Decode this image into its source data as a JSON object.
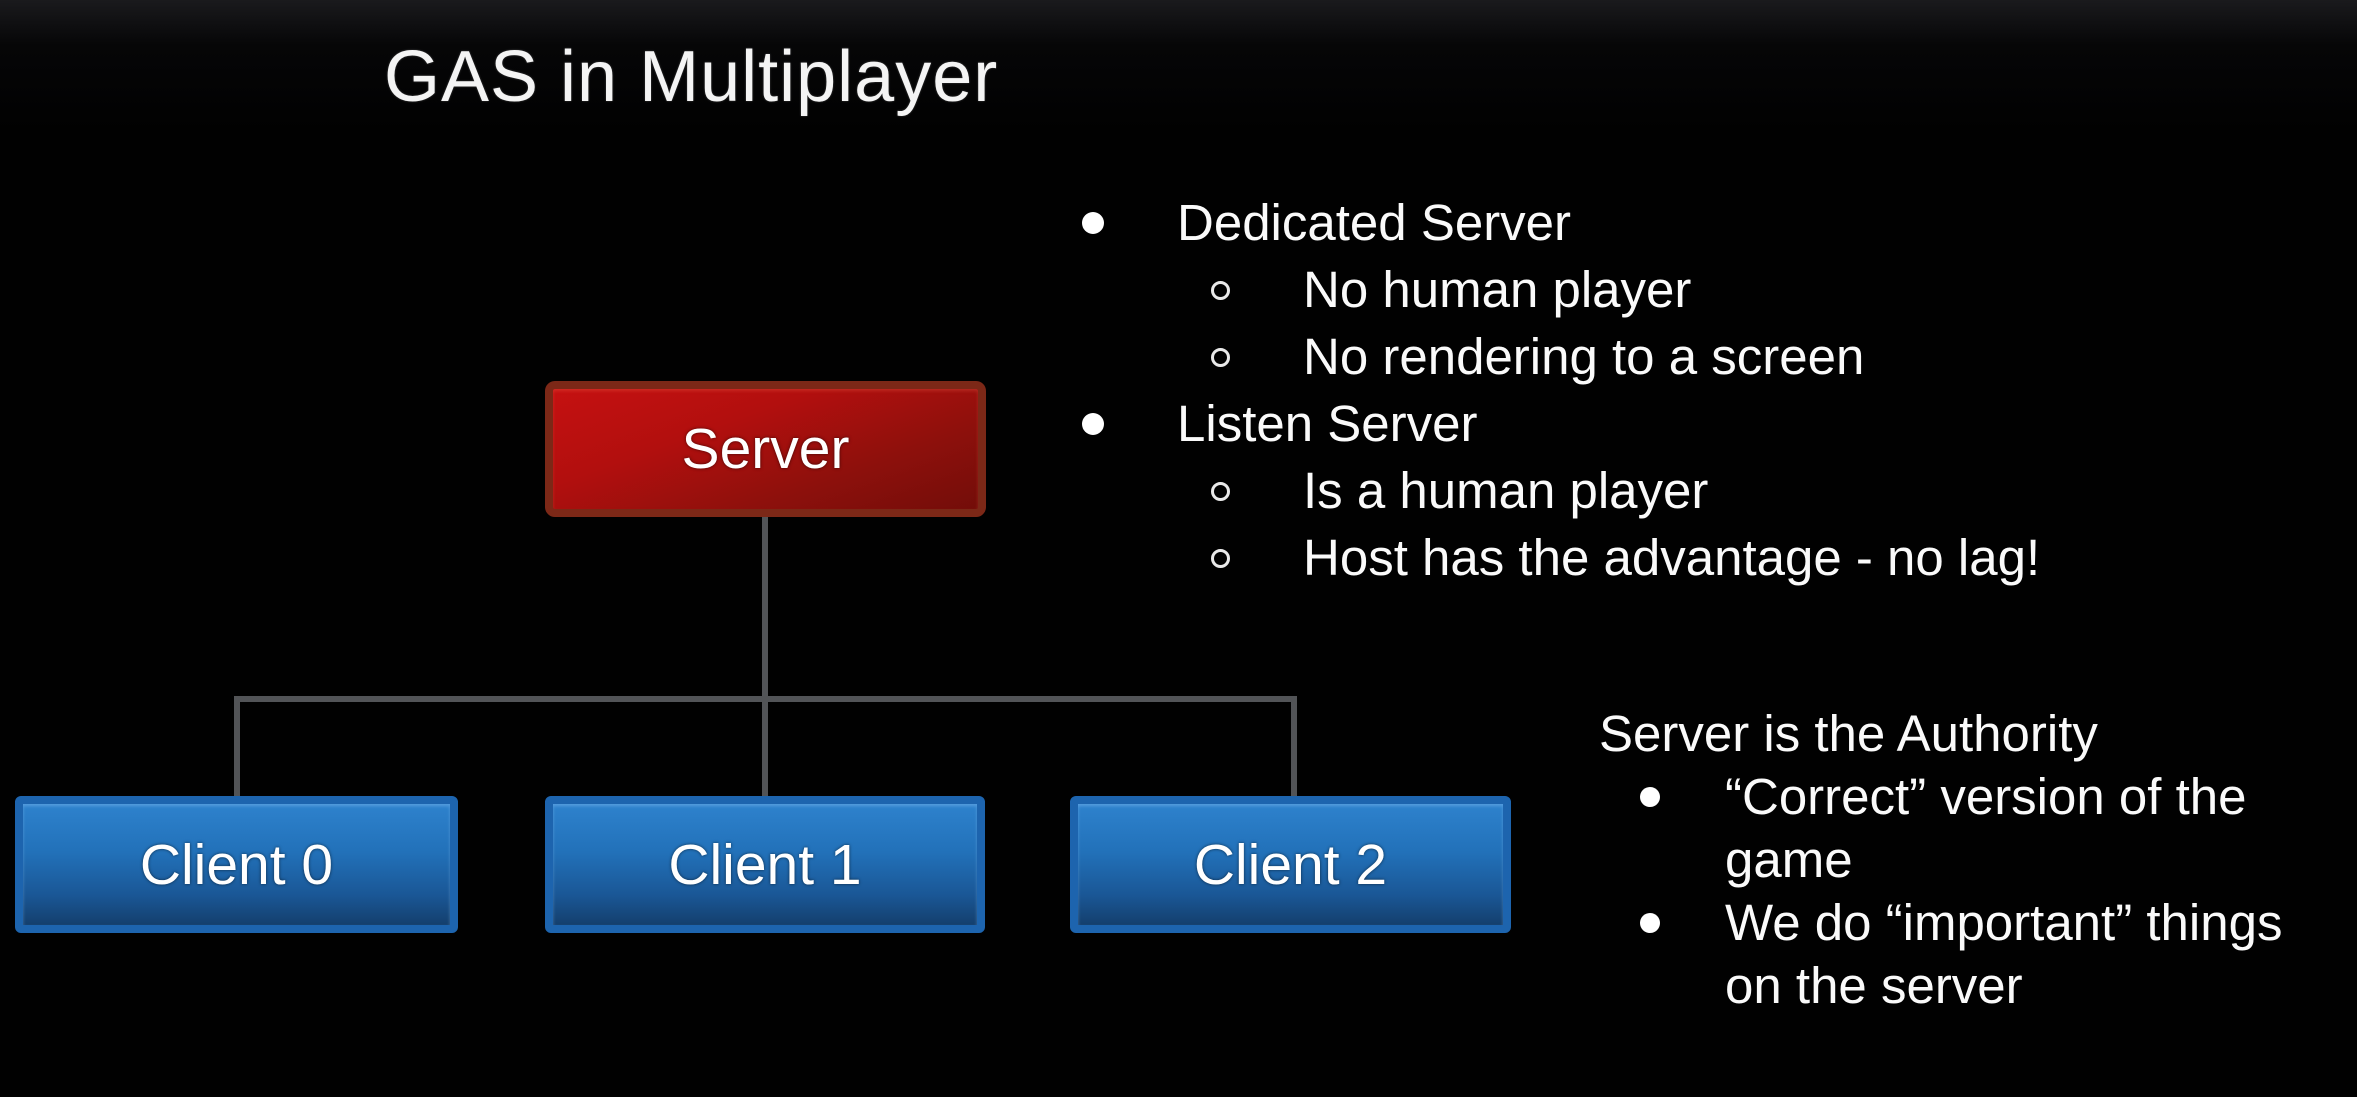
{
  "slide": {
    "title": "GAS in Multiplayer"
  },
  "diagram": {
    "server_label": "Server",
    "clients": [
      "Client 0",
      "Client 1",
      "Client 2"
    ]
  },
  "main_bullets": {
    "items": [
      {
        "level": 1,
        "text": "Dedicated Server"
      },
      {
        "level": 2,
        "text": "No human player"
      },
      {
        "level": 2,
        "text": "No rendering to a screen"
      },
      {
        "level": 1,
        "text": "Listen Server"
      },
      {
        "level": 2,
        "text": "Is a human player"
      },
      {
        "level": 2,
        "text": "Host has the advantage - no lag!"
      }
    ]
  },
  "authority": {
    "heading": "Server is the Authority",
    "items": [
      {
        "lines": [
          "“Correct” version of the",
          "game"
        ]
      },
      {
        "lines": [
          "We do “important” things",
          "on the server"
        ]
      }
    ]
  },
  "colors": {
    "background": "#010101",
    "server_fill_top": "#c51111",
    "server_fill_bottom": "#730d09",
    "server_border": "#7c2817",
    "client_fill_top": "#2e82cd",
    "client_fill_bottom": "#143f6d",
    "client_border": "#1d64ae",
    "connector_gray": "#525457",
    "text": "#f7f7f7"
  }
}
